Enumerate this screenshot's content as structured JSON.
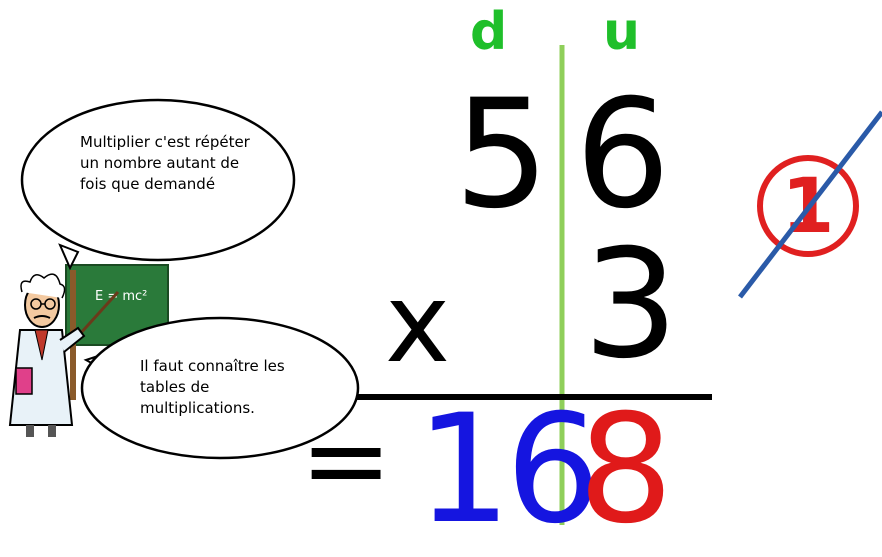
{
  "columns": {
    "tens_label": "d",
    "units_label": "u"
  },
  "operation": {
    "multiplicand_tens": "5",
    "multiplicand_units": "6",
    "operator": "x",
    "multiplier_units": "3",
    "equals": "=",
    "result_tens": "16",
    "result_units": "8"
  },
  "bubbles": {
    "top_text": "Multiplier c'est répéter un nombre autant de fois que demandé",
    "bottom_text": "Il faut connaître les tables de multiplications."
  },
  "blackboard": {
    "formula": "E = mc²"
  },
  "carry_mark": {
    "value": "1",
    "crossed_out": true
  },
  "colors": {
    "column_header": "#1fbf2a",
    "column_divider": "#8fcf5a",
    "digits": "#000000",
    "result_tens": "#1515e0",
    "result_units": "#e01a1a",
    "carry_circle": "#e02020",
    "strike_line": "#2a5aa8",
    "blackboard": "#2a7a3a"
  }
}
